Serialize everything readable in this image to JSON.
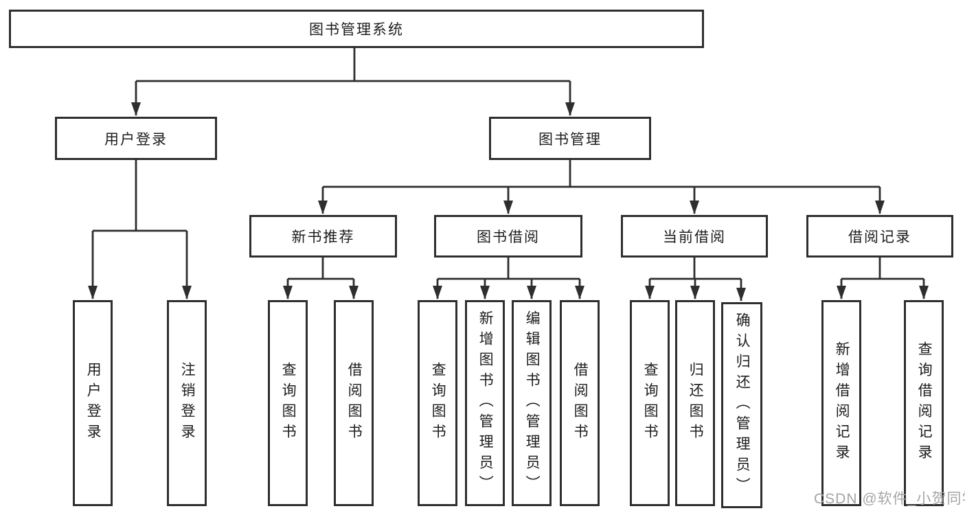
{
  "colors": {
    "line": "#2e2e2e",
    "box_border": "#2e2e2e",
    "text": "#1c1c1c",
    "watermark": "#a5a5a5",
    "background": "#ffffff"
  },
  "tree": {
    "label": "图书管理系统",
    "children": [
      {
        "label": "用户登录",
        "children": [
          {
            "label": "用户登录"
          },
          {
            "label": "注销登录"
          }
        ]
      },
      {
        "label": "图书管理",
        "children": [
          {
            "label": "新书推荐",
            "children": [
              {
                "label": "查询图书"
              },
              {
                "label": "借阅图书"
              }
            ]
          },
          {
            "label": "图书借阅",
            "children": [
              {
                "label": "查询图书"
              },
              {
                "label": "新增图书（管理员）"
              },
              {
                "label": "编辑图书（管理员）"
              },
              {
                "label": "借阅图书"
              }
            ]
          },
          {
            "label": "当前借阅",
            "children": [
              {
                "label": "查询图书"
              },
              {
                "label": "归还图书"
              },
              {
                "label": "确认归还（管理员）"
              }
            ]
          },
          {
            "label": "借阅记录",
            "children": [
              {
                "label": "新增借阅记录"
              },
              {
                "label": "查询借阅记录"
              }
            ]
          }
        ]
      }
    ]
  },
  "watermark": {
    "text": "CSDN @软件_小贺同学"
  }
}
